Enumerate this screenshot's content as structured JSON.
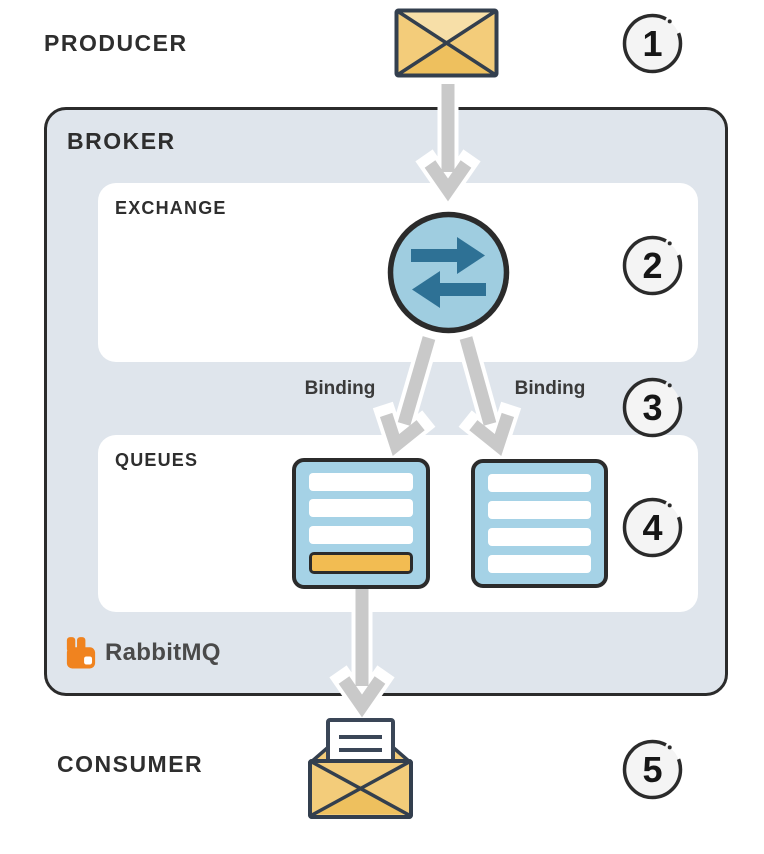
{
  "labels": {
    "producer": "PRODUCER",
    "broker": "BROKER",
    "exchange": "EXCHANGE",
    "queues": "QUEUES",
    "consumer": "CONSUMER"
  },
  "brand": {
    "name": "RabbitMQ"
  },
  "bindings": [
    {
      "label": "Binding"
    },
    {
      "label": "Binding"
    }
  ],
  "steps": [
    {
      "value": "1"
    },
    {
      "value": "2"
    },
    {
      "value": "3"
    },
    {
      "value": "4"
    },
    {
      "value": "5"
    }
  ],
  "icons": {
    "producer_message": "closed-envelope-icon",
    "exchange": "exchange-swap-arrows-icon",
    "queue_with_message": "queue-stack-with-message-icon",
    "queue_empty": "queue-stack-icon",
    "consumer_message": "open-envelope-letter-icon",
    "brand": "rabbitmq-rabbit-icon",
    "flow_arrow": "gray-down-arrow-icon"
  },
  "queue_icons": [
    {
      "empty_slots": 3,
      "message_slots": 1
    },
    {
      "empty_slots": 4,
      "message_slots": 0
    }
  ],
  "colors": {
    "background": "#ffffff",
    "outline": "#2b2b2b",
    "broker_fill": "#dfe5ec",
    "panel_fill": "#ffffff",
    "arrow_gray": "#c9c9c9",
    "exchange_fill": "#9fcde0",
    "exchange_arrow": "#2e7195",
    "queue_fill": "#a5d2e6",
    "queue_message": "#f2bc52",
    "envelope_gold": "#f3cc7a",
    "envelope_light": "#f7dfa8",
    "envelope_dark": "#eec05e",
    "brand_orange": "#f0831f",
    "step_fill": "#f4f4f4",
    "text_dark": "#2e2e2e"
  }
}
